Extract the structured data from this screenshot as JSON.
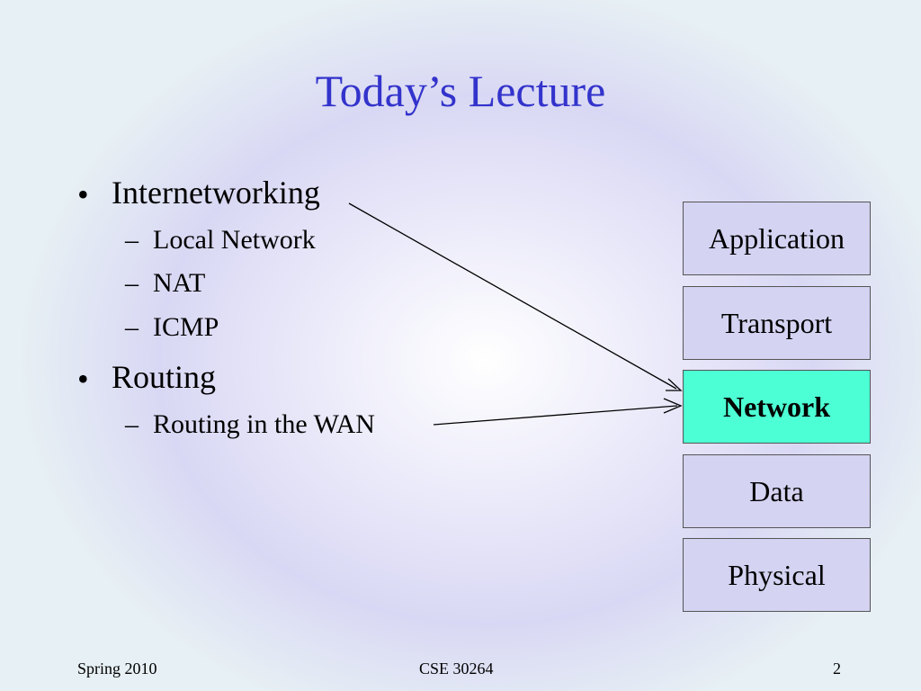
{
  "slide": {
    "title": "Today’s Lecture",
    "bullets": [
      {
        "text": "Internetworking",
        "subs": [
          "Local Network",
          "NAT",
          "ICMP"
        ]
      },
      {
        "text": "Routing",
        "subs": [
          "Routing in the WAN"
        ]
      }
    ],
    "bullet_marker": "•",
    "sub_marker": "–"
  },
  "layers": [
    "Application",
    "Transport",
    "Network",
    "Data",
    "Physical"
  ],
  "highlighted_layer": "Network",
  "colors": {
    "title": "#3333cc",
    "layer_fill": "#d4d3f2",
    "highlight_fill": "#4dffd4"
  },
  "footer": {
    "left": "Spring 2010",
    "center": "CSE 30264",
    "right": "2"
  }
}
